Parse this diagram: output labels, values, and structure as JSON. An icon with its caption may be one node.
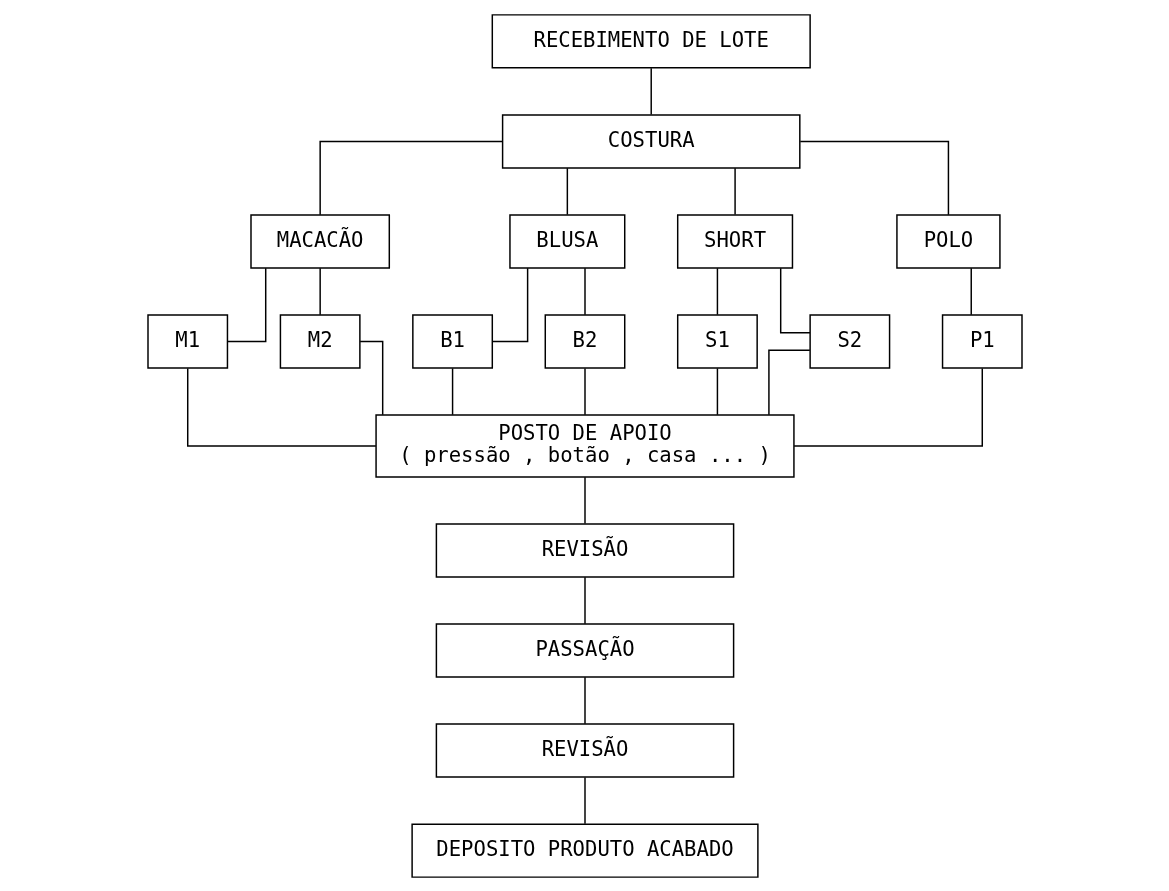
{
  "diagram": {
    "nodes": [
      {
        "text": [
          "RECEBIMENTO DE LOTE"
        ]
      },
      {
        "text": [
          "COSTURA"
        ]
      },
      {
        "text": [
          "MACACÃO"
        ]
      },
      {
        "text": [
          "BLUSA"
        ]
      },
      {
        "text": [
          "SHORT"
        ]
      },
      {
        "text": [
          "POLO"
        ]
      },
      {
        "text": [
          "M1"
        ]
      },
      {
        "text": [
          "M2"
        ]
      },
      {
        "text": [
          "B1"
        ]
      },
      {
        "text": [
          "B2"
        ]
      },
      {
        "text": [
          "S1"
        ]
      },
      {
        "text": [
          "S2"
        ]
      },
      {
        "text": [
          "P1"
        ]
      },
      {
        "text": [
          "POSTO DE APOIO",
          "( pressão , botão , casa ... )"
        ]
      },
      {
        "text": [
          "REVISÃO"
        ]
      },
      {
        "text": [
          "PASSAÇÃO"
        ]
      },
      {
        "text": [
          "REVISÃO"
        ]
      },
      {
        "text": [
          "DEPOSITO PRODUTO ACABADO"
        ]
      }
    ],
    "edges": [
      {
        "from": 0,
        "to": 1,
        "arrow": "none"
      },
      {
        "from": 1,
        "to": 2,
        "arrow": "none"
      },
      {
        "from": 1,
        "to": 3,
        "arrow": "none"
      },
      {
        "from": 1,
        "to": 4,
        "arrow": "none"
      },
      {
        "from": 1,
        "to": 5,
        "arrow": "none"
      },
      {
        "from": 2,
        "to": 6,
        "arrow": "none"
      },
      {
        "from": 2,
        "to": 7,
        "arrow": "none"
      },
      {
        "from": 3,
        "to": 8,
        "arrow": "none"
      },
      {
        "from": 3,
        "to": 9,
        "arrow": "none"
      },
      {
        "from": 4,
        "to": 10,
        "arrow": "none"
      },
      {
        "from": 4,
        "to": 11,
        "arrow": "none"
      },
      {
        "from": 5,
        "to": 12,
        "arrow": "none"
      },
      {
        "from": 6,
        "to": 13,
        "arrow": "none"
      },
      {
        "from": 7,
        "to": 13,
        "arrow": "none"
      },
      {
        "from": 8,
        "to": 13,
        "arrow": "none"
      },
      {
        "from": 9,
        "to": 13,
        "arrow": "none"
      },
      {
        "from": 10,
        "to": 13,
        "arrow": "none"
      },
      {
        "from": 11,
        "to": 13,
        "arrow": "none"
      },
      {
        "from": 12,
        "to": 13,
        "arrow": "none"
      },
      {
        "from": 13,
        "to": 14,
        "arrow": "none"
      },
      {
        "from": 14,
        "to": 15,
        "arrow": "none"
      },
      {
        "from": 15,
        "to": 16,
        "arrow": "none"
      },
      {
        "from": 16,
        "to": 17,
        "arrow": "none"
      }
    ]
  }
}
